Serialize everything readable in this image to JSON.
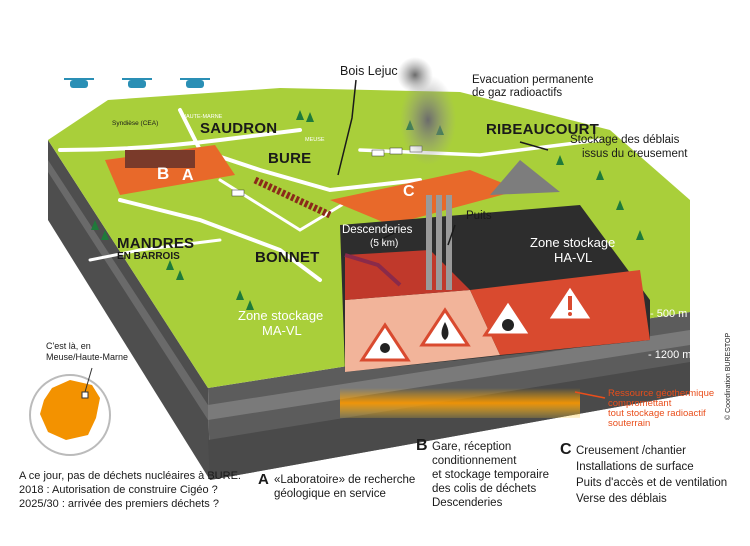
{
  "colors": {
    "grass": "#a9cf3a",
    "road": "#ffffff",
    "soil_side": "#5a5a5a",
    "soil_dark": "#3a3a3a",
    "site_orange": "#e8692a",
    "storage_red": "#d94a2f",
    "storage_light": "#f2b49a",
    "france": "#f39200",
    "accent_geo": "#e94e1b"
  },
  "icons": [
    "helicopter-icon",
    "radioactive-icon",
    "flammable-icon",
    "explosive-icon",
    "warning-icon",
    "tree-icon",
    "truck-icon"
  ],
  "map": {
    "towns": {
      "saudron": "SAUDRON",
      "bure": "BURE",
      "ribeaucourt": "RIBEAUCOURT",
      "mandres": "MANDRES",
      "mandres_sub": "EN BARROIS",
      "bonnet": "BONNET"
    },
    "small": {
      "syndese": "Syndièse (CEA)",
      "haute_marne": "HAUTE-MARNE",
      "meuse": "MEUSE"
    },
    "site_letters": {
      "b": "B",
      "a": "A",
      "c": "C"
    }
  },
  "callouts": {
    "bois_lejuc": "Bois Lejuc",
    "evac_line1": "Evacuation permanente",
    "evac_line2": "de gaz radioactifs",
    "stock_line1": "Stockage des déblais",
    "stock_line2": "issus du creusement",
    "puits": "Puits",
    "descenderies": "Descenderies",
    "five_km": "(5 km)"
  },
  "underground": {
    "zone_havl_1": "Zone stockage",
    "zone_havl_2": "HA-VL",
    "zone_mavl_1": "Zone stockage",
    "zone_mavl_2": "MA-VL",
    "depth_500": "- 500 m",
    "depth_1200": "- 1200 m"
  },
  "geothermal": {
    "line1": "Ressource géothermique",
    "line2": "compromettant",
    "line3": "tout stockage radioactif",
    "line4": "souterrain"
  },
  "inset": {
    "line1": "C'est là, en",
    "line2": "Meuse/Haute-Marne"
  },
  "history": {
    "line1": "A ce jour, pas de déchets nucléaires à BURE.",
    "line2": "2018 : Autorisation de construire Cigéo ?",
    "line3": "2025/30 : arrivée des premiers déchets ?"
  },
  "legend": {
    "a_letter": "A",
    "a_line1": "«Laboratoire» de recherche",
    "a_line2": "géologique en service",
    "b_letter": "B",
    "b_line1": "Gare, réception",
    "b_line2": "conditionnement",
    "b_line3": "et stockage temporaire",
    "b_line4": "des colis de déchets",
    "b_line5": "Descenderies",
    "c_letter": "C",
    "c_line1": "Creusement /chantier",
    "c_line2": "Installations de surface",
    "c_line3": "Puits d'accès et de ventilation",
    "c_line4": "Verse des déblais"
  },
  "credit": "© Coordination BURESTOP"
}
